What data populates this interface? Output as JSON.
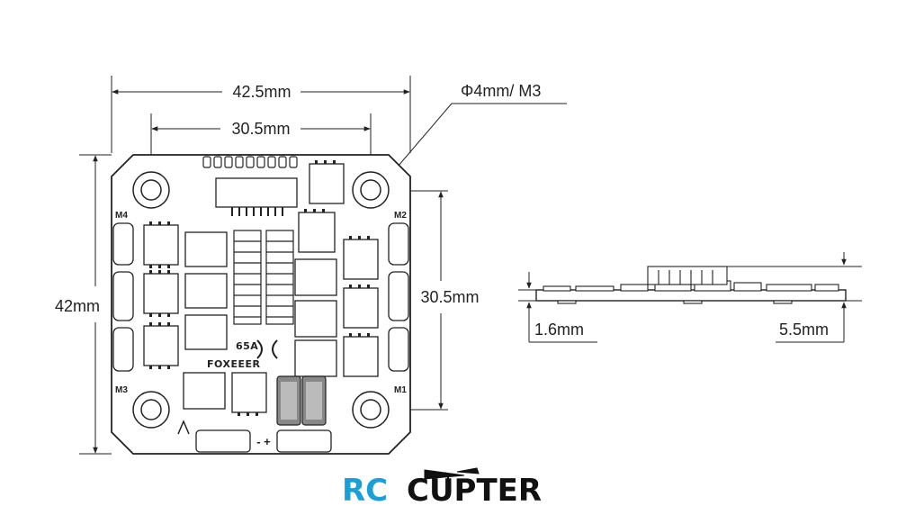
{
  "dimensions": {
    "board_width": "42.5mm",
    "hole_spacing_horizontal": "30.5mm",
    "board_height": "42mm",
    "hole_spacing_vertical": "30.5mm",
    "hole_spec": "Φ4mm/ M3",
    "pcb_thickness": "1.6mm",
    "total_height": "5.5mm"
  },
  "board": {
    "motor_labels": [
      "M4",
      "M2",
      "M3",
      "M1"
    ],
    "current_rating": "65A",
    "brand": "FOXEEER",
    "power_polarity": "- +"
  },
  "watermark": {
    "part1": "RC",
    "part2": "CÜPTER",
    "color_rc": "#1aa0d8",
    "color_copter": "#111111"
  }
}
